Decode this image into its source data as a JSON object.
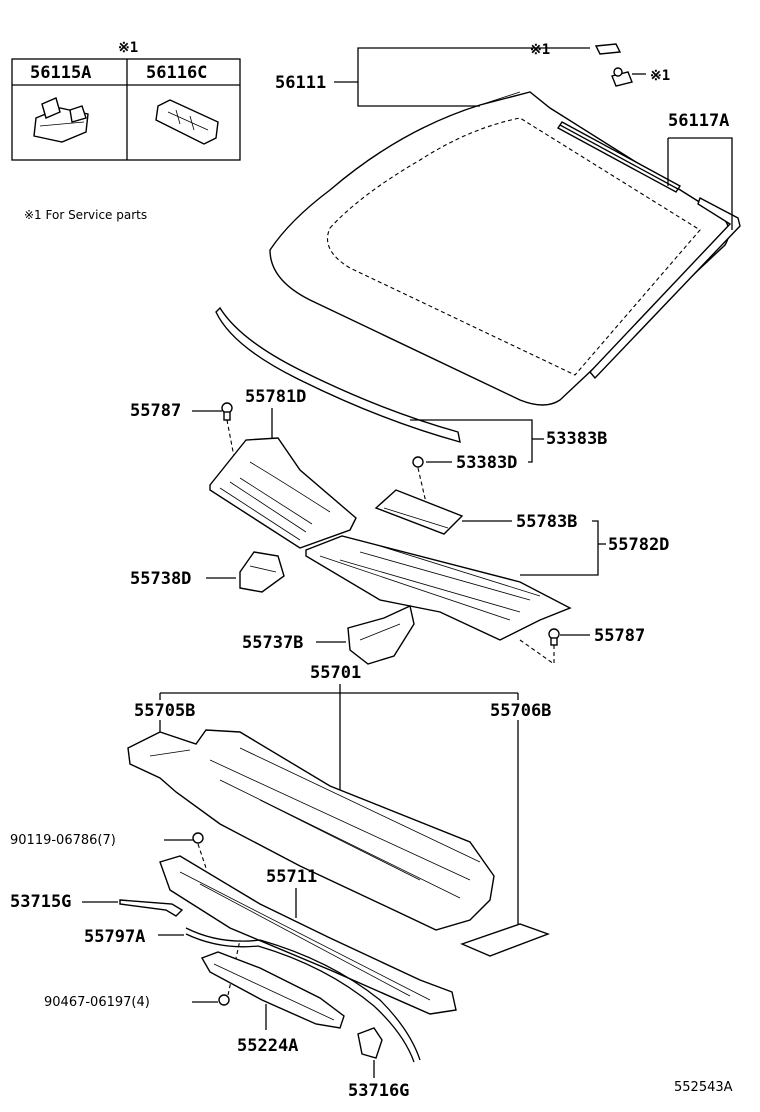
{
  "legend_box": {
    "marker": "※1",
    "col1": "56115A",
    "col2": "56116C"
  },
  "note": "※1 For Service parts",
  "labels": {
    "p56111": "56111",
    "p56111_marker": "※1",
    "p56111_clip_marker": "※1",
    "p56117A": "56117A",
    "p55787_top": "55787",
    "p55781D": "55781D",
    "p53383B": "53383B",
    "p53383D": "53383D",
    "p55783B": "55783B",
    "p55782D": "55782D",
    "p55738D": "55738D",
    "p55737B": "55737B",
    "p55787_right": "55787",
    "p55701": "55701",
    "p55705B": "55705B",
    "p55706B": "55706B",
    "p90119": "90119-06786(7)",
    "p55711": "55711",
    "p53715G": "53715G",
    "p55797A": "55797A",
    "p90467": "90467-06197(4)",
    "p55224A": "55224A",
    "p53716G": "53716G"
  },
  "diagram_code": "552543A"
}
